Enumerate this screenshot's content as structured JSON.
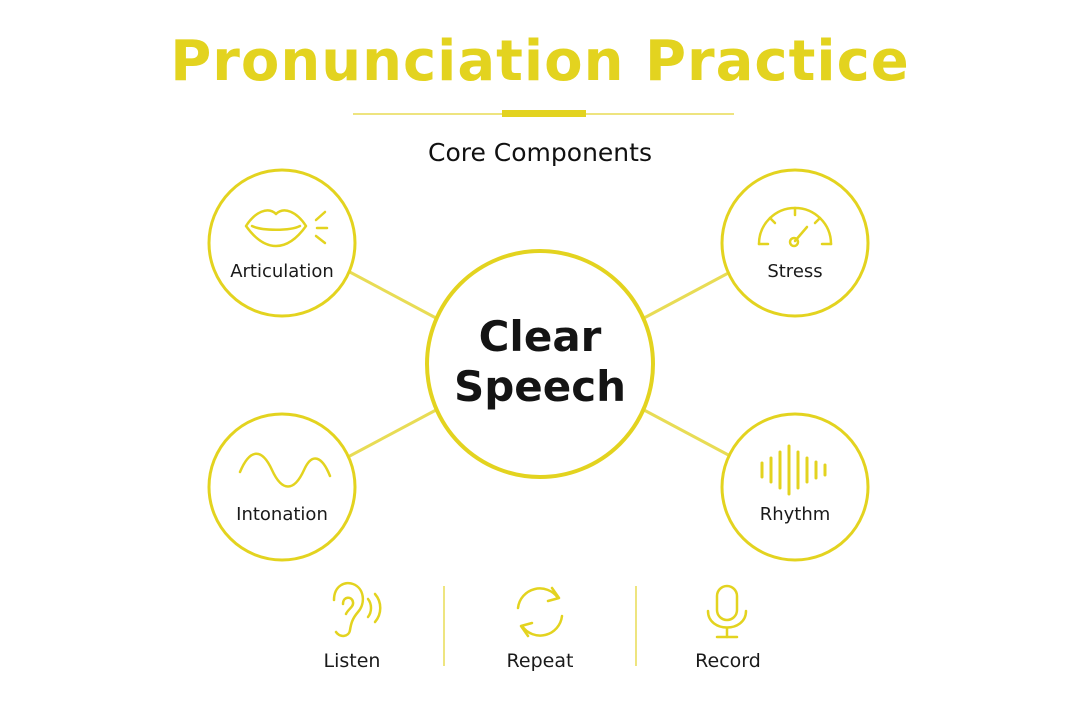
{
  "title": "Pronunciation Practice",
  "subtitle": "Core Components",
  "center": {
    "line1": "Clear",
    "line2": "Speech"
  },
  "components": [
    {
      "label": "Articulation",
      "icon": "lips-icon"
    },
    {
      "label": "Stress",
      "icon": "gauge-icon"
    },
    {
      "label": "Intonation",
      "icon": "wave-icon"
    },
    {
      "label": "Rhythm",
      "icon": "sound-bars-icon"
    }
  ],
  "actions": [
    {
      "label": "Listen",
      "icon": "ear-icon"
    },
    {
      "label": "Repeat",
      "icon": "repeat-icon"
    },
    {
      "label": "Record",
      "icon": "microphone-icon"
    }
  ],
  "colors": {
    "accent": "#E3D31F",
    "line": "#E8DC55",
    "text": "#141414"
  }
}
